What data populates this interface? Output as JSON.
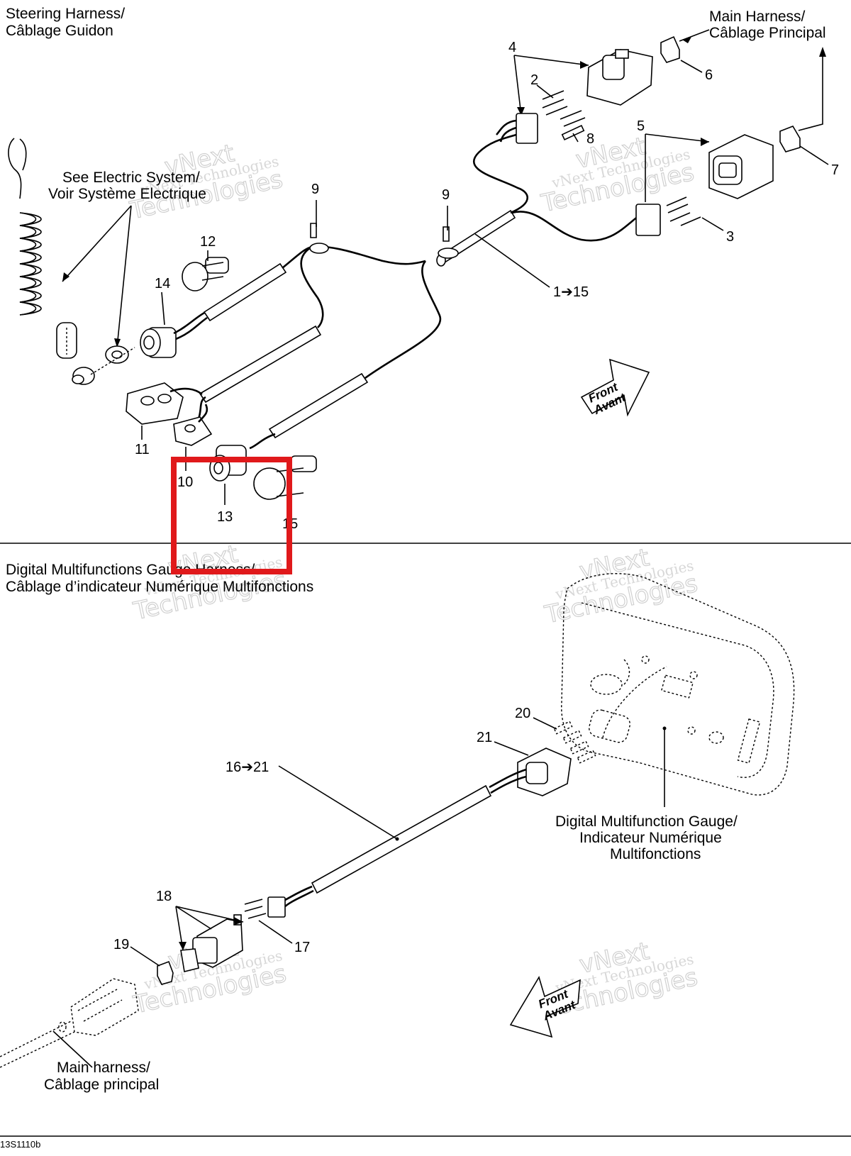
{
  "top_section": {
    "title_line1": "Steering Harness/",
    "title_line2": "Câblage Guidon",
    "main_harness_line1": "Main Harness/",
    "main_harness_line2": "Câblage Principal",
    "see_electric_line1": "See Electric System/",
    "see_electric_line2": "Voir Système Electrique",
    "front_line1": "Front",
    "front_line2": "Avant",
    "callouts": [
      "1➔15",
      "2",
      "3",
      "4",
      "5",
      "6",
      "7",
      "8",
      "9",
      "9",
      "10",
      "11",
      "12",
      "13",
      "14",
      "15"
    ]
  },
  "bottom_section": {
    "title_line1": "Digital Multifunctions Gauge Harness/",
    "title_line2": "Câblage d’indicateur Numérique Multifonctions",
    "gauge_line1": "Digital Multifunction Gauge/",
    "gauge_line2": "Indicateur Numérique",
    "gauge_line3": "Multifonctions",
    "main_harness_line1": "Main harness/",
    "main_harness_line2": "Câblage principal",
    "front_line1": "Front",
    "front_line2": "Avant",
    "callouts": [
      "16➔21",
      "17",
      "18",
      "19",
      "20",
      "21"
    ]
  },
  "watermark": {
    "line1": "vNext Technologies",
    "line2": "vNext",
    "line3": "Technologies"
  },
  "footer_code": "13S1110b",
  "highlight_box_color": "#e0191b"
}
